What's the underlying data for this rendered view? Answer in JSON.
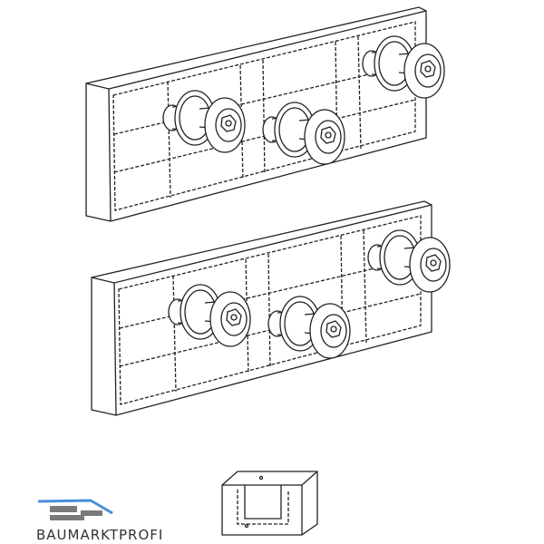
{
  "product_image": {
    "items": [
      "mounting-plate-with-rollers",
      "mounting-plate-with-rollers",
      "clip"
    ]
  },
  "logo": {
    "text": "BAUMARKTPROFI",
    "colors": {
      "roof": "#4a8fd8",
      "bricks": "#7a7a7a"
    }
  }
}
